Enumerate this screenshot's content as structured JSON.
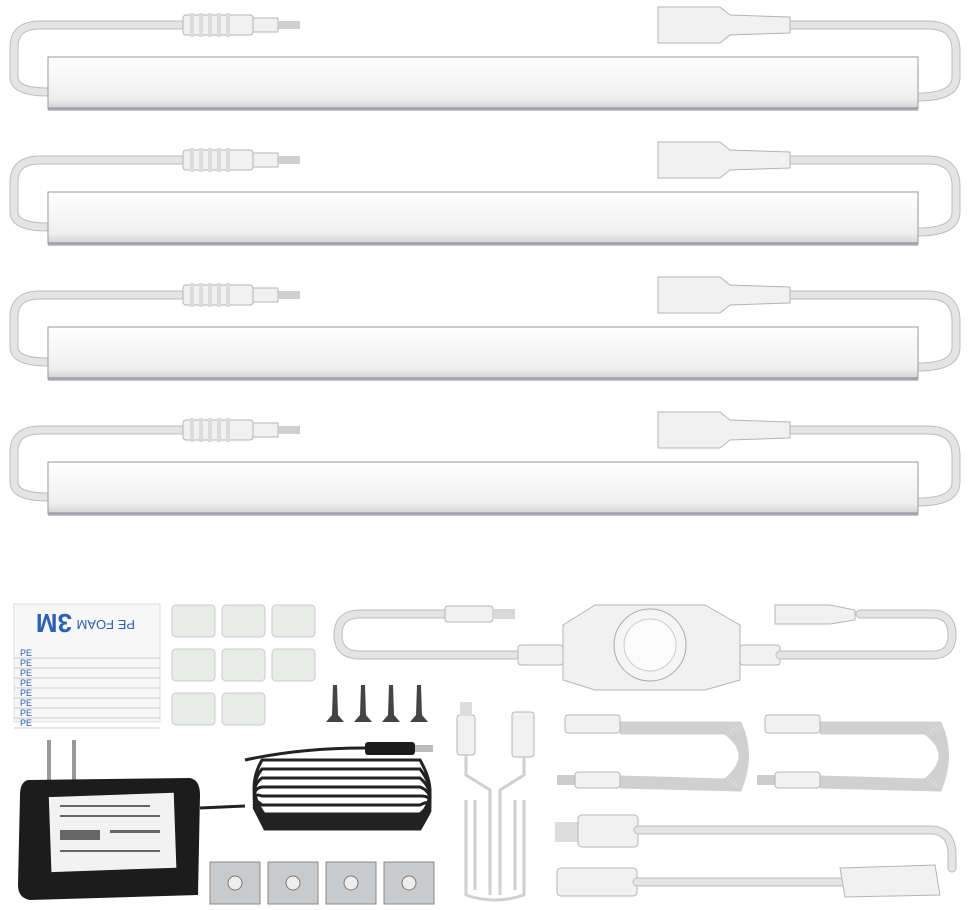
{
  "product": {
    "light_bar_count": 4,
    "tape": {
      "logo_text": "3M",
      "label": "PE FOAM",
      "strip_label": "PE",
      "strip_count": 8
    },
    "clip_count": 8,
    "screw_count": 4,
    "bracket_count": 4,
    "colors": {
      "bar": "#f4f4f4",
      "cable": "#e4e4e4",
      "adapter": "#1c1c1c",
      "tape_ink": "#2b5fb3"
    }
  }
}
